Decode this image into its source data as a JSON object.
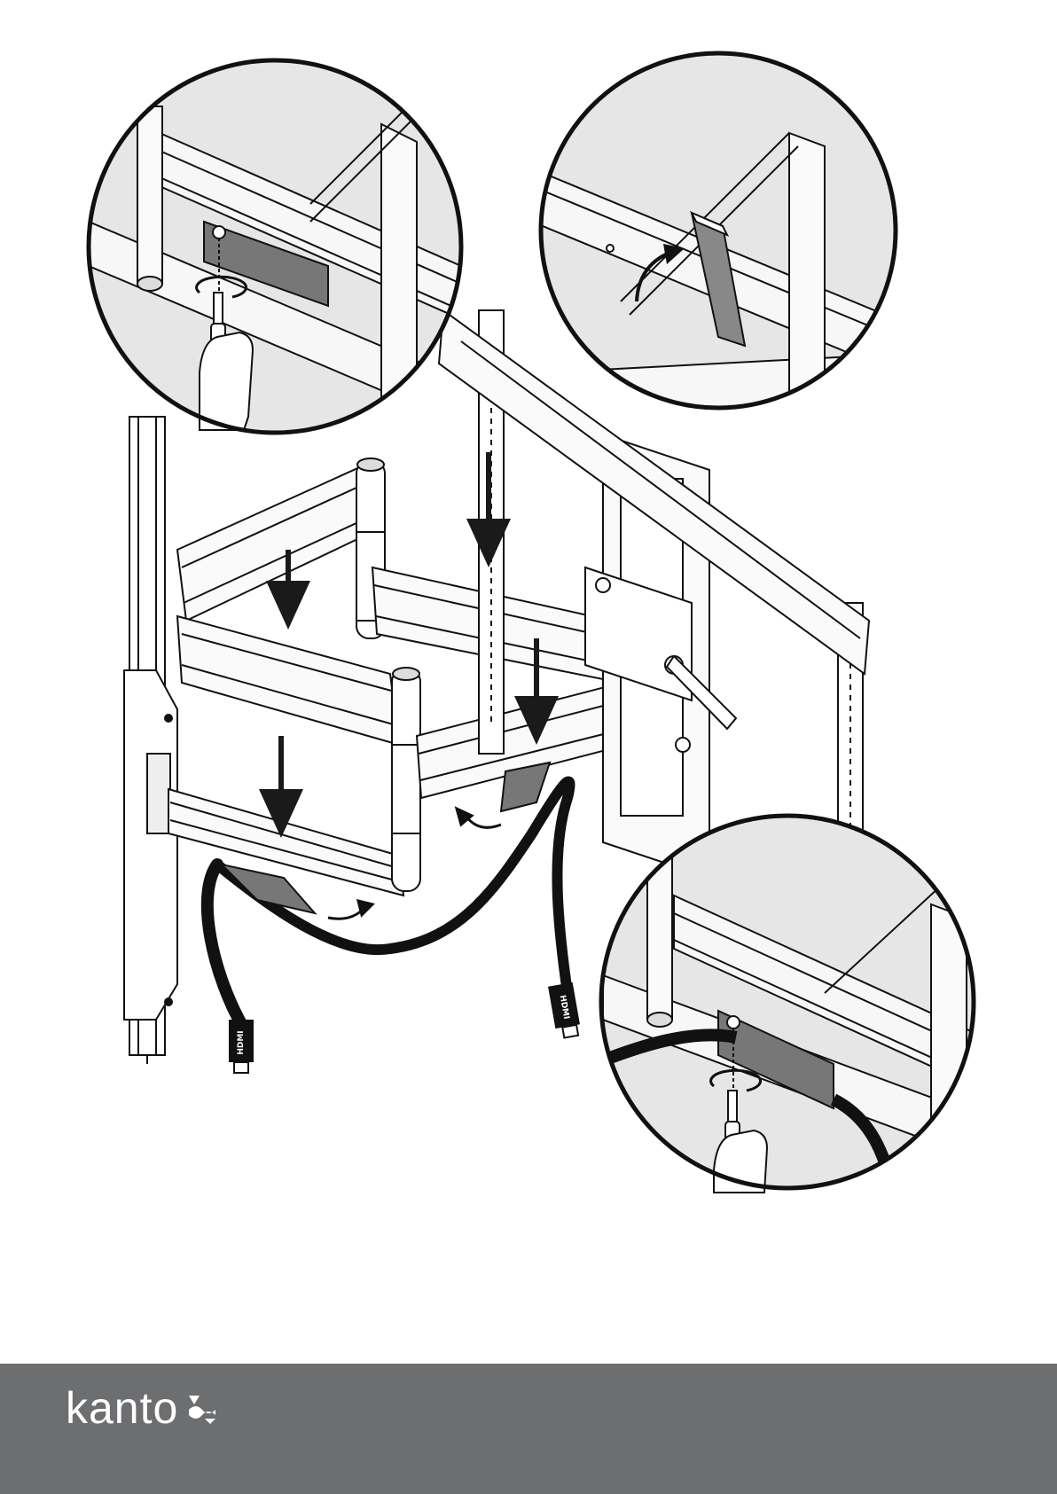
{
  "brand": {
    "name": "kanto",
    "logo_icon": "kanto-wave-mark-icon"
  },
  "cable_labels": {
    "left_connector": "HDMI",
    "right_connector": "HDMI"
  },
  "colors": {
    "footer_bg": "#6d6e70",
    "inset_bg": "#e6e6e6",
    "arrow": "#1a1a1a",
    "stroke": "#111111"
  },
  "icons": [
    "screwdriver-icon",
    "rotate-arrow-icon",
    "down-arrow-icon",
    "curved-arrow-icon",
    "hand-icon",
    "hdmi-cable-icon"
  ]
}
